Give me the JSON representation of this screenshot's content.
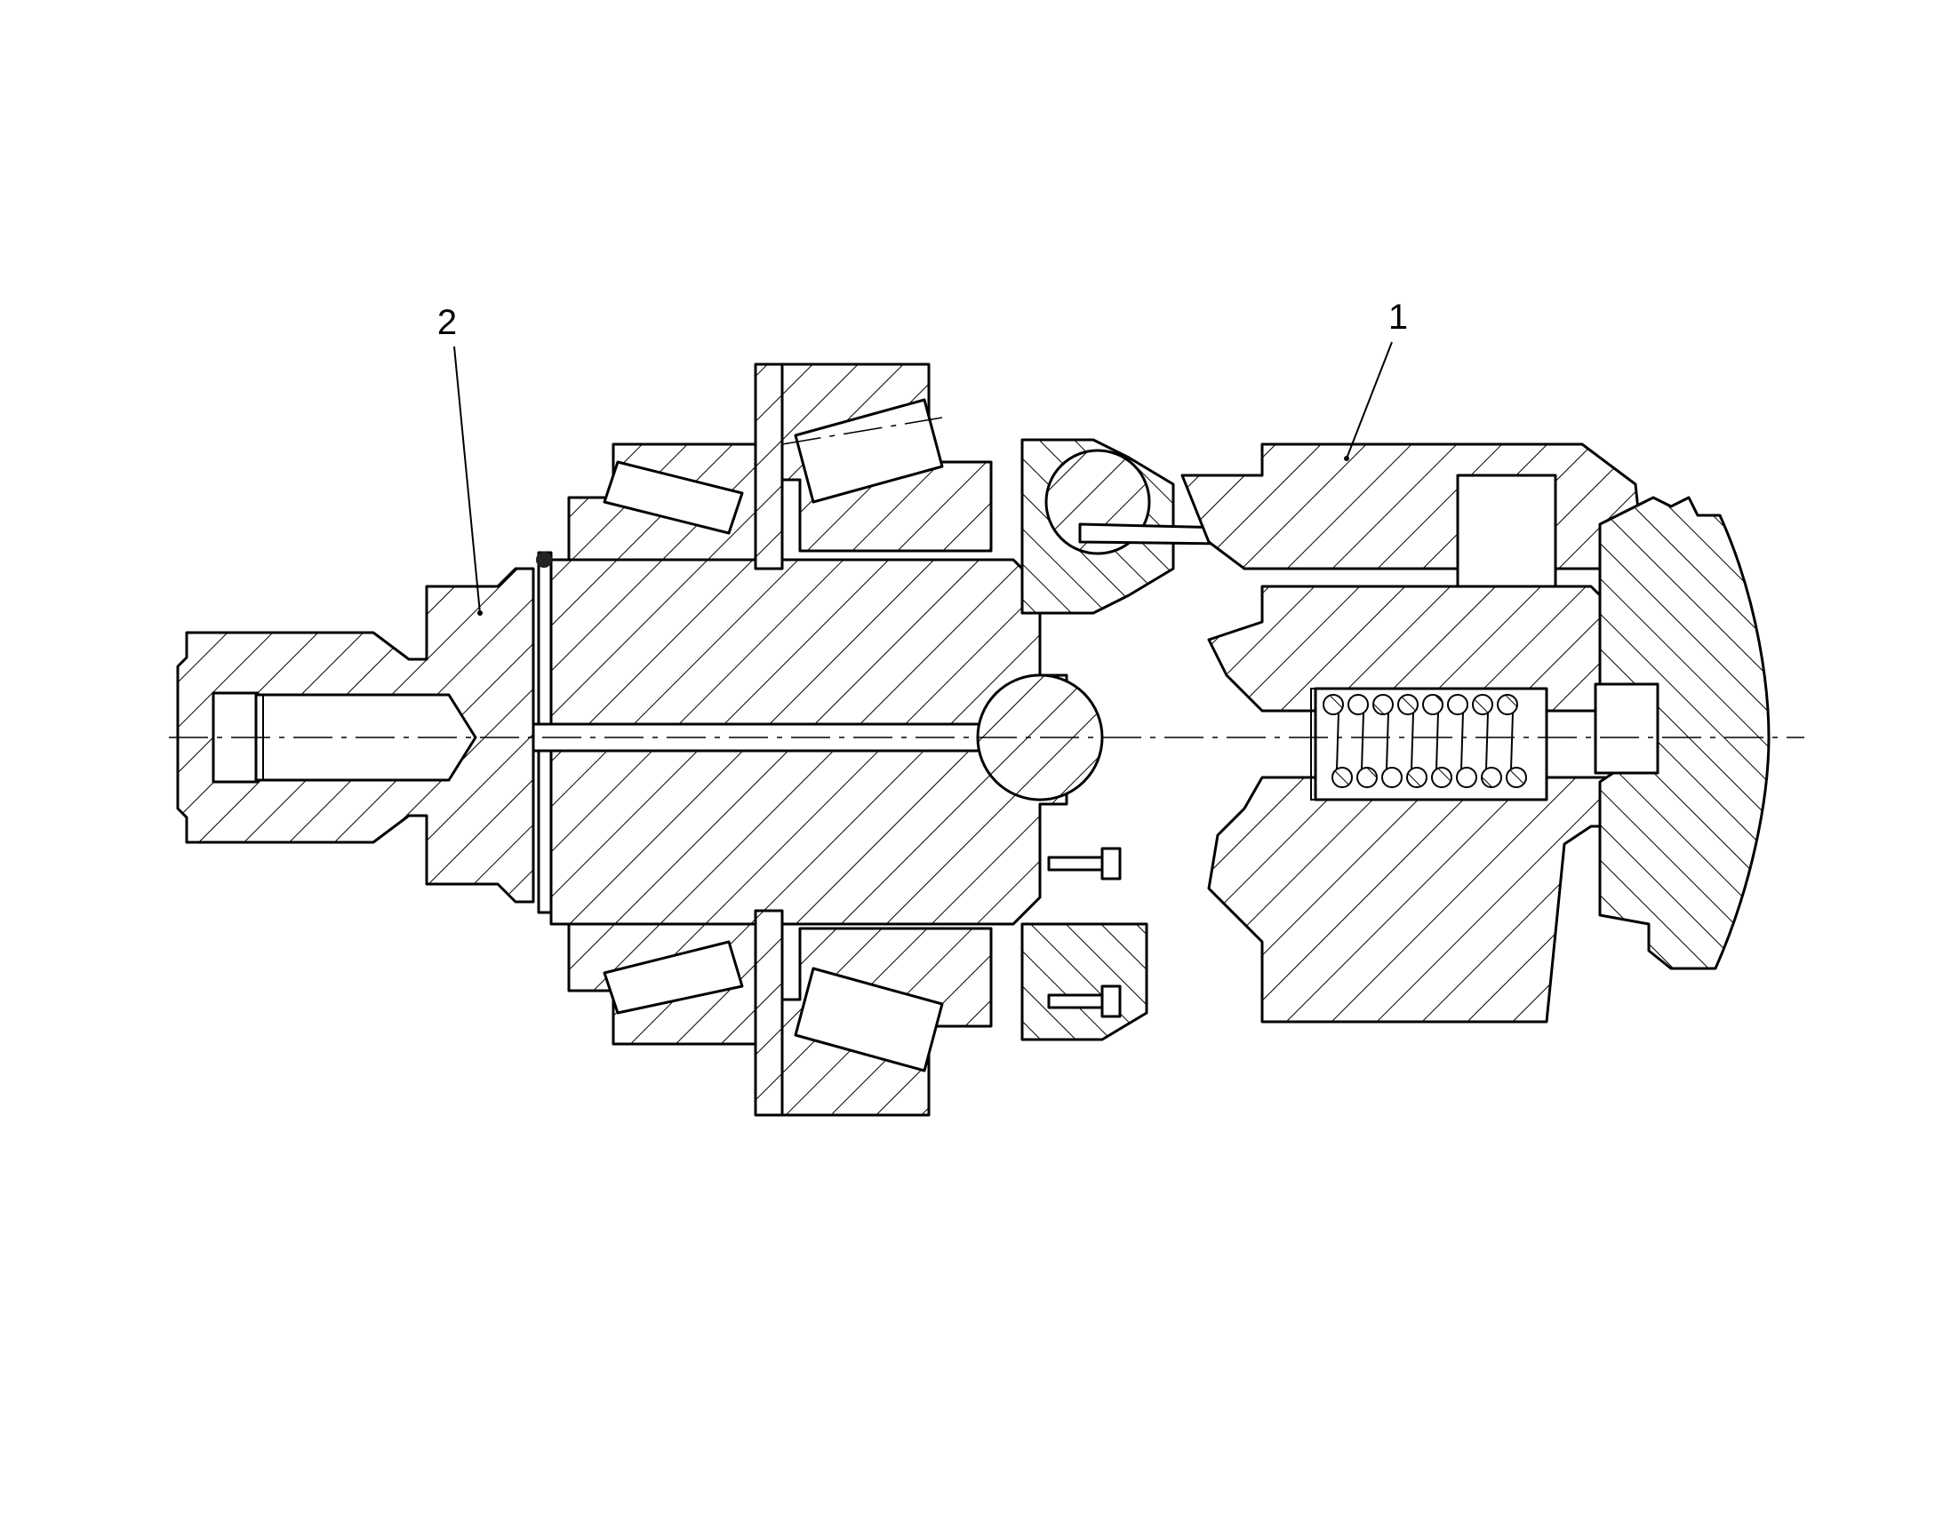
{
  "callouts": [
    {
      "id": "1",
      "label": "1"
    },
    {
      "id": "2",
      "label": "2"
    }
  ],
  "style": {
    "line_color": "#000000",
    "background": "#ffffff"
  }
}
